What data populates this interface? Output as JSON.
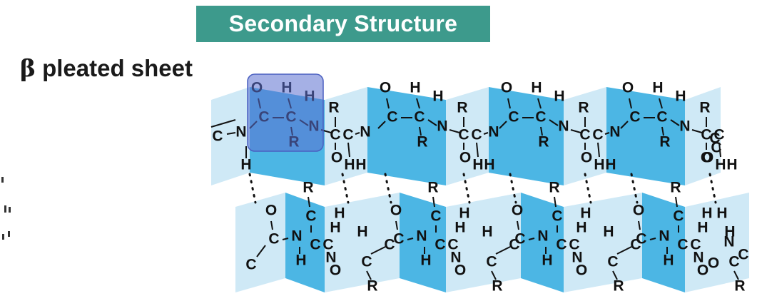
{
  "banner": {
    "title": "Secondary Structure"
  },
  "section_label": {
    "symbol": "β",
    "text": "pleated sheet"
  },
  "colors": {
    "banner_bg": "#3d9a8c",
    "plane_light": "#cfe9f6",
    "plane_mid": "#a8d8ef",
    "plane_dark": "#4cb6e4",
    "highlight_box": "#5b6fd0"
  },
  "atoms": {
    "oxygen": "O",
    "hydrogen": "H",
    "carbon": "C",
    "nitrogen": "N",
    "side_chain": "R"
  }
}
